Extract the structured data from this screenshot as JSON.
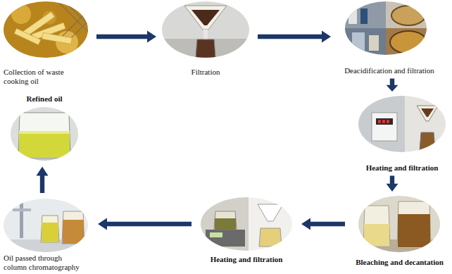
{
  "diagram": {
    "nodes": [
      {
        "text": [
          "Collection of waste cooking oil"
        ]
      },
      {
        "text": [
          "Filtration"
        ]
      },
      {
        "text": [
          "Deacidification and filtration"
        ]
      },
      {
        "text": [
          "Heating and filtration"
        ]
      },
      {
        "text": [
          "Bleaching and decantation"
        ]
      },
      {
        "text": [
          "Heating and filtration"
        ]
      },
      {
        "text": [
          "Oil passed through column chromatography"
        ]
      },
      {
        "text": [
          "Refined oil"
        ]
      }
    ],
    "edges": [
      {
        "from": 0,
        "to": 1,
        "arrow": "to"
      },
      {
        "from": 1,
        "to": 2,
        "arrow": "to"
      },
      {
        "from": 2,
        "to": 3,
        "arrow": "to"
      },
      {
        "from": 3,
        "to": 4,
        "arrow": "to"
      },
      {
        "from": 4,
        "to": 5,
        "arrow": "to"
      },
      {
        "from": 5,
        "to": 6,
        "arrow": "to"
      },
      {
        "from": 6,
        "to": 7,
        "arrow": "to"
      }
    ]
  }
}
